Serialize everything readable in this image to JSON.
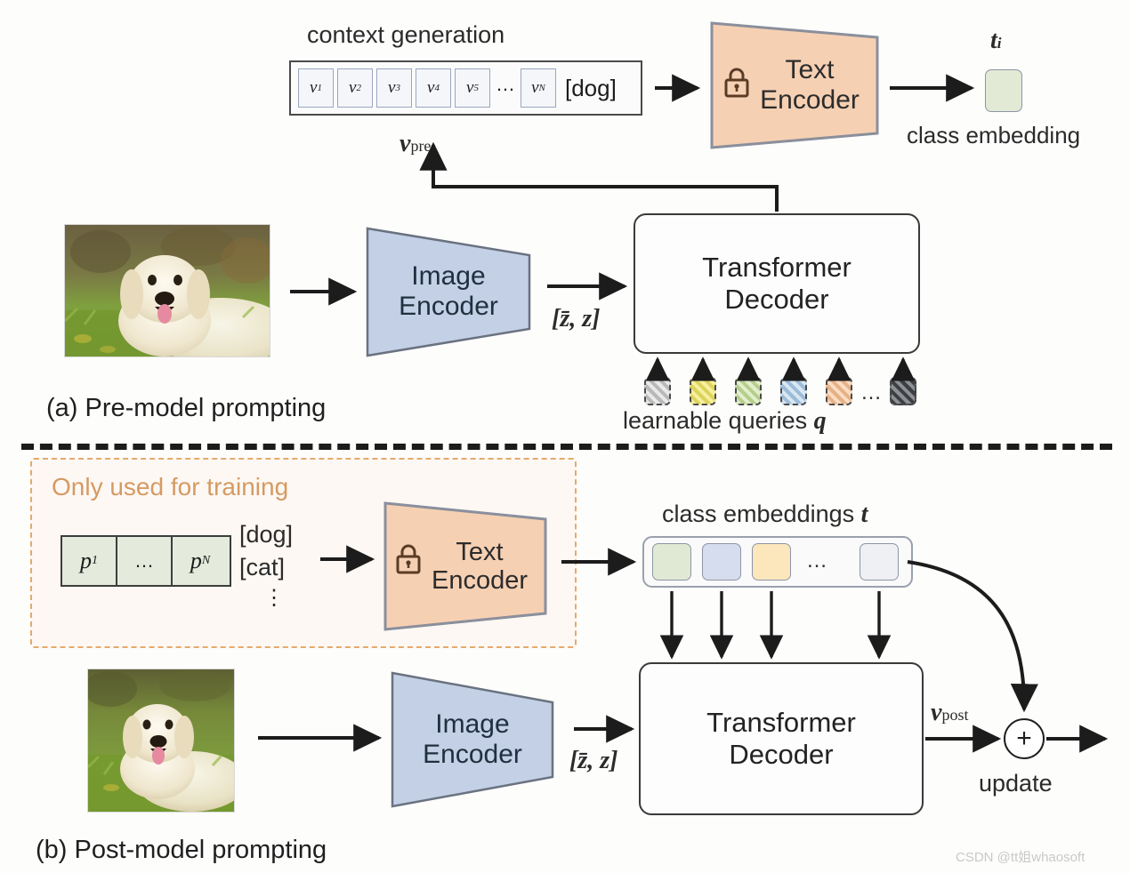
{
  "figure": {
    "watermark": "CSDN @tt姐whaosoft"
  },
  "panel_a": {
    "caption": "(a) Pre-model prompting",
    "context_label": "context generation",
    "context_tokens": [
      "v1",
      "v2",
      "v3",
      "v4",
      "v5"
    ],
    "context_token_subs": [
      "1",
      "2",
      "3",
      "4",
      "5"
    ],
    "context_ellipsis": "…",
    "context_last_token": "v",
    "context_last_sub": "N",
    "context_class": "[dog]",
    "v_pre_symbol": "v",
    "v_pre_sub": "pre",
    "text_encoder_line1": "Text",
    "text_encoder_line2": "Encoder",
    "lock_icon": "lock-icon",
    "class_embedding_symbol": "t",
    "class_embedding_sub": "i",
    "class_embedding_label": "class embedding",
    "image_encoder_line1": "Image",
    "image_encoder_line2": "Encoder",
    "z_label": "[z̄, z]",
    "decoder_line1": "Transformer",
    "decoder_line2": "Decoder",
    "queries_label": "learnable queries",
    "queries_symbol": "q",
    "queries_ellipsis": "…",
    "query_colors": [
      "#e9e9e9",
      "#f2ec98",
      "#d8e7bc",
      "#ccdcea",
      "#f2d2b6",
      "#5f6266"
    ]
  },
  "panel_b": {
    "caption": "(b) Post-model prompting",
    "training_note": "Only used for training",
    "prompt_tokens": [
      "p1",
      "…",
      "pN"
    ],
    "prompt_token_main": [
      "p",
      "…",
      "p"
    ],
    "prompt_token_subs": [
      "1",
      "",
      "N"
    ],
    "class_names": [
      "[dog]",
      "[cat]"
    ],
    "class_vdots": "⋮",
    "text_encoder_line1": "Text",
    "text_encoder_line2": "Encoder",
    "lock_icon": "lock-icon",
    "class_embeddings_label": "class embeddings",
    "class_embeddings_symbol": "t",
    "embedding_colors": [
      "#e0e9d3",
      "#d5ddee",
      "#fbe7bb",
      "#eef0f3"
    ],
    "embedding_ellipsis": "…",
    "image_encoder_line1": "Image",
    "image_encoder_line2": "Encoder",
    "z_label": "[z̄, z]",
    "decoder_line1": "Transformer",
    "decoder_line2": "Decoder",
    "v_post_symbol": "v",
    "v_post_sub": "post",
    "plus_symbol": "+",
    "update_label": "update"
  },
  "colors": {
    "text_encoder_fill": "#f6d0b3",
    "text_encoder_stroke": "#8a8f9c",
    "image_encoder_fill": "#c3d0e6",
    "image_encoder_stroke": "#6a7280",
    "training_border": "#e6a96b",
    "training_text": "#d59a63",
    "line": "#1c1c1c"
  }
}
